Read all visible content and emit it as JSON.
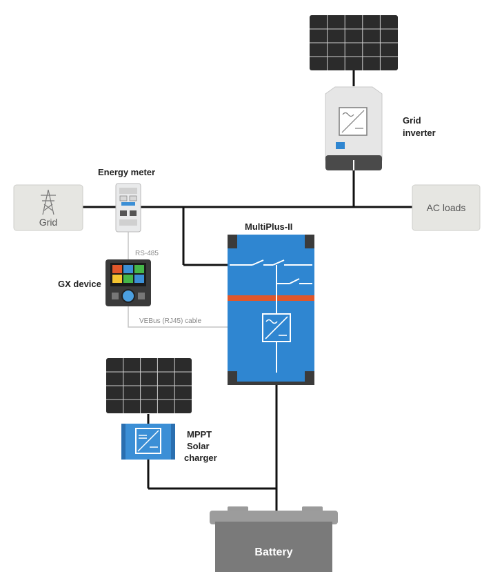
{
  "labels": {
    "grid": "Grid",
    "ac_loads": "AC loads",
    "energy_meter": "Energy meter",
    "multiplus": "MultiPlus-II",
    "grid_inverter_l1": "Grid",
    "grid_inverter_l2": "inverter",
    "gx_device": "GX device",
    "rs485": "RS-485",
    "vebus": "VEBus (RJ45) cable",
    "mppt_l1": "MPPT",
    "mppt_l2": "Solar",
    "mppt_l3": "charger",
    "battery": "Battery"
  },
  "colors": {
    "wire": "#111111",
    "multiplus_blue": "#2f86d1",
    "mppt_blue": "#3b8fd6",
    "accent_orange": "#e0572b",
    "panel": "#2b2b2b",
    "battery": "#7a7a7a"
  },
  "icons": [
    "solar-panel-icon",
    "pylon-icon",
    "inverter-symbol-icon",
    "transfer-switch-icon"
  ]
}
